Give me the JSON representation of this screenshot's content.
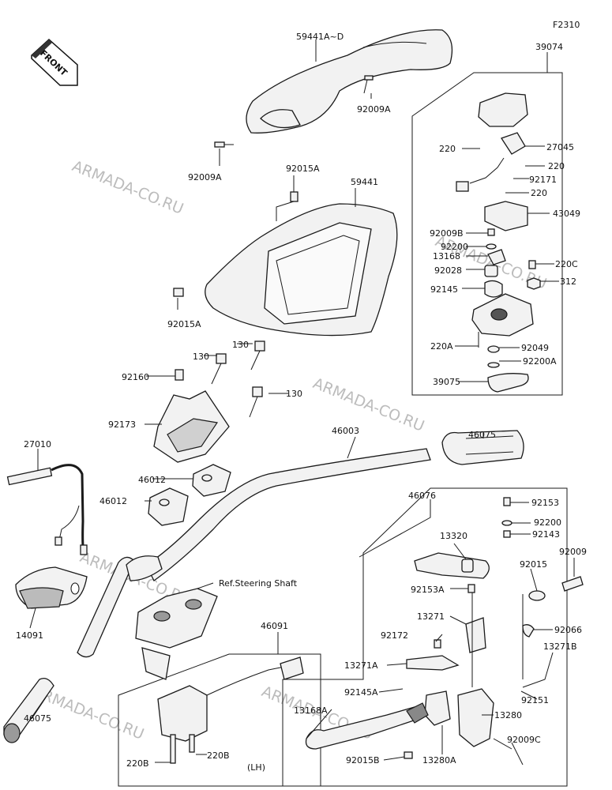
{
  "figure_code": "F2310",
  "front_label": "FRONT",
  "watermark": "ARMADA-CO.RU",
  "lh_label": "(LH)",
  "reference_label": "Ref.Steering Shaft",
  "labels": [
    "59441A~D",
    "92009A",
    "92009A",
    "92015A",
    "59441",
    "92015A",
    "130",
    "130",
    "130",
    "92160",
    "92173",
    "46012",
    "46012",
    "27010",
    "46003",
    "14091",
    "46075",
    "46075",
    "46076",
    "46091",
    "220B",
    "220B",
    "39074",
    "220",
    "27045",
    "220",
    "92171",
    "220",
    "43049",
    "92009B",
    "92200",
    "13168",
    "92028",
    "220C",
    "92145",
    "312",
    "220A",
    "92049",
    "92200A",
    "39075",
    "92153",
    "92200",
    "92143",
    "13320",
    "92009",
    "92015",
    "92153A",
    "13271",
    "92066",
    "92172",
    "13271B",
    "13271A",
    "92145A",
    "92151",
    "13168A",
    "13280",
    "92009C",
    "92015B",
    "13280A"
  ]
}
